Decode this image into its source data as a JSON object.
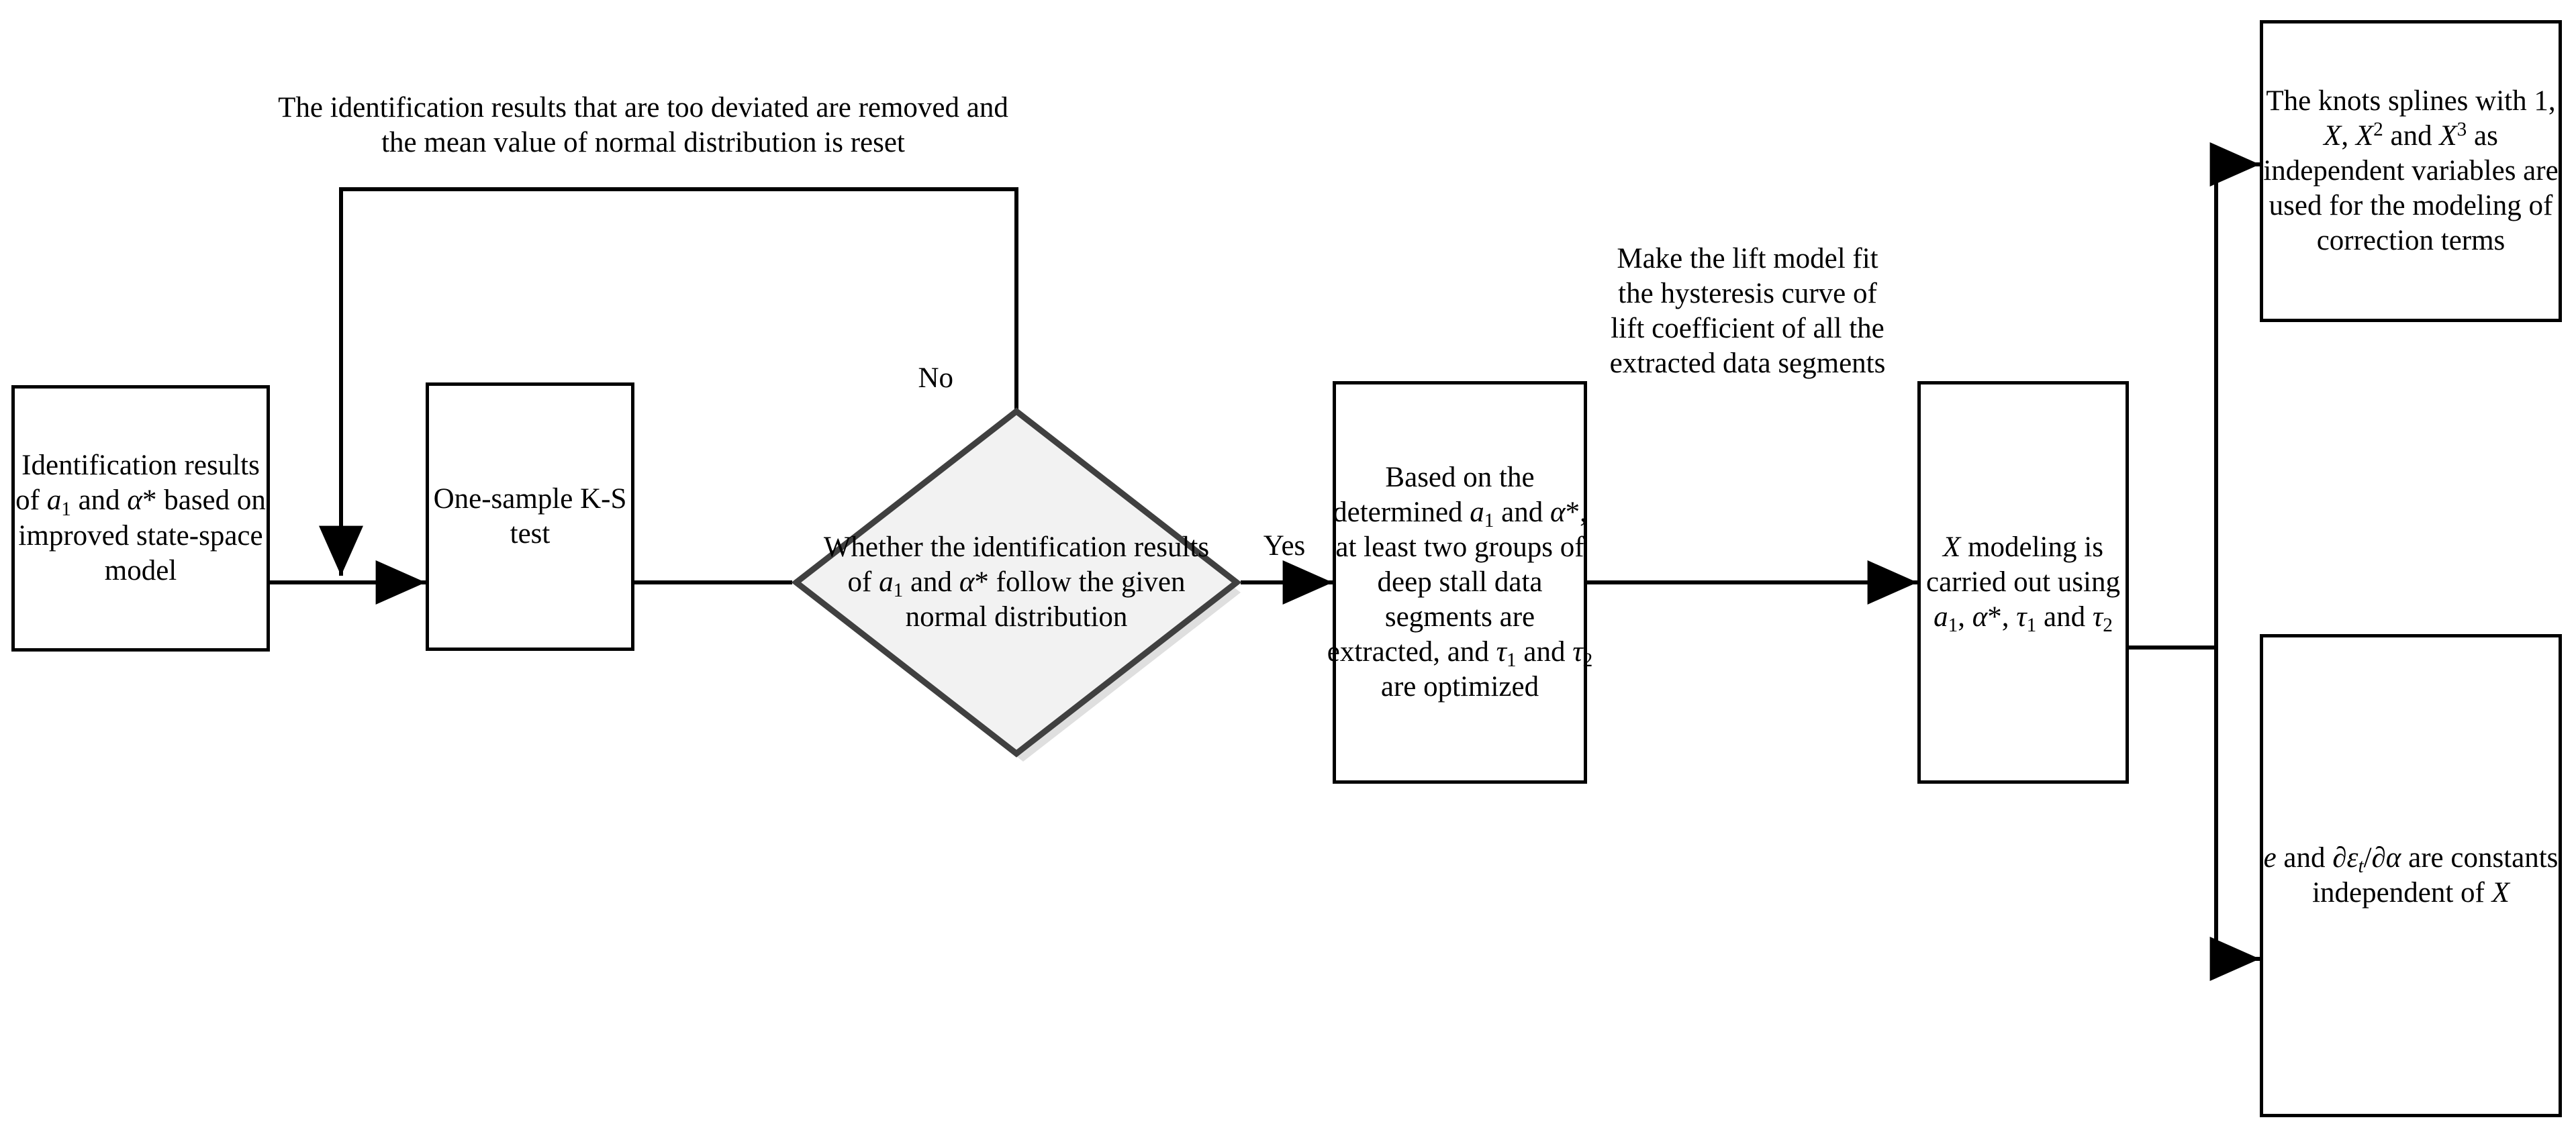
{
  "diagram": {
    "title": "Deep stall lift model identification and correction-term modeling flowchart",
    "type": "flowchart",
    "colors": {
      "stroke": "#000000",
      "decision_stroke": "#404040",
      "decision_fill": "#f2f2f2",
      "decision_shadow": "#d9d9d9",
      "background": "#ffffff",
      "text": "#000000"
    }
  },
  "nodes": {
    "identification_results": {
      "id": "identification-results-box",
      "shape": "process",
      "text": "Identification results of a₁ and α* based on improved state-space model"
    },
    "ks_test": {
      "id": "ks-test-box",
      "shape": "process",
      "text": "One-sample K-S test"
    },
    "decision": {
      "id": "normality-decision",
      "shape": "decision",
      "text": "Whether the identification results of a₁ and α* follow the given normal distribution"
    },
    "extract_segments": {
      "id": "extract-segments-box",
      "shape": "process",
      "text": "Based on the determined a₁ and α*, at least two groups of deep stall data segments are extracted, and τ₁ and τ₂ are optimized"
    },
    "x_modeling": {
      "id": "x-modeling-box",
      "shape": "process",
      "text": "X modeling is carried out using a₁, α*, τ₁ and τ₂"
    },
    "knots_splines": {
      "id": "knots-splines-box",
      "shape": "process",
      "text": "The knots splines with 1, X, X² and X³ as independent variables are used for the modeling of correction terms"
    },
    "constants": {
      "id": "constants-box",
      "shape": "process",
      "text": "e and ∂εₜ/∂α are constants independent of X"
    }
  },
  "labels": {
    "feedback": "The identification results that are too deviated are removed and the mean value of normal distribution is reset",
    "lift_fit": "Make the lift model fit the hysteresis curve of lift coefficient of all the extracted data segments",
    "branch_no": "No",
    "branch_yes": "Yes"
  },
  "edges": [
    {
      "from": "identification_results",
      "to": "ks_test",
      "label": ""
    },
    {
      "from": "ks_test",
      "to": "decision",
      "label": ""
    },
    {
      "from": "decision",
      "to": "extract_segments",
      "label": "Yes"
    },
    {
      "from": "decision",
      "to": "ks_test",
      "label": "No"
    },
    {
      "from": "extract_segments",
      "to": "x_modeling",
      "label": ""
    },
    {
      "from": "x_modeling",
      "to": "knots_splines",
      "label": ""
    },
    {
      "from": "x_modeling",
      "to": "constants",
      "label": ""
    }
  ]
}
